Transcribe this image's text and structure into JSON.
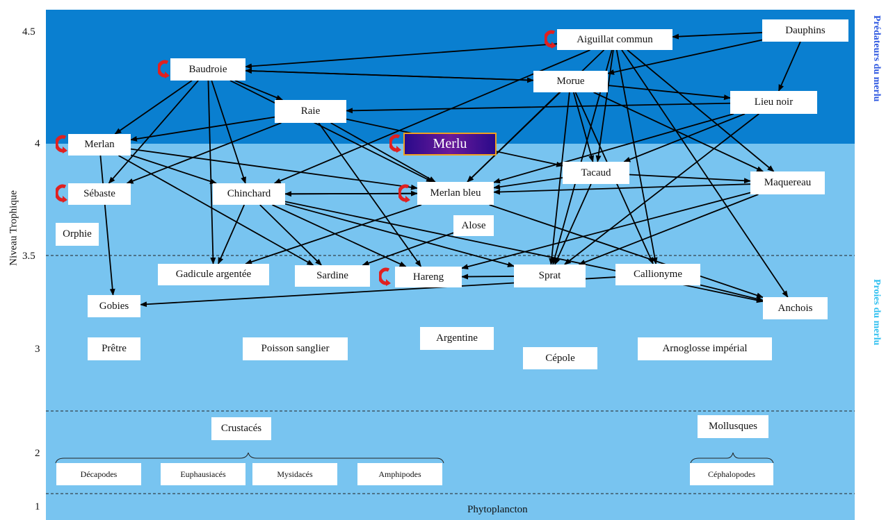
{
  "colors": {
    "predator_band": "#0a7fd0",
    "prey_band": "#78c4f0",
    "top_label": "#2a55e0",
    "bottom_label": "#30c0f0",
    "cannibal_mark": "#e02020",
    "merlu_fill": "#4a1090"
  },
  "axis": {
    "label": "Niveau Trophique",
    "ticks": [
      "4.5",
      "4",
      "3.5",
      "3",
      "2",
      "1"
    ]
  },
  "side_labels": {
    "top": "Prédateurs du merlu",
    "bottom": "Proies du merlu"
  },
  "nodes": {
    "dauphins": "Dauphins",
    "aiguillat": "Aiguillat commun",
    "baudroie": "Baudroie",
    "morue": "Morue",
    "lieu_noir": "Lieu noir",
    "raie": "Raie",
    "merlan": "Merlan",
    "merlu": "Merlu",
    "tacaud": "Tacaud",
    "maquereau": "Maquereau",
    "sebaste": "Sébaste",
    "chinchard": "Chinchard",
    "merlan_bleu": "Merlan bleu",
    "alose": "Alose",
    "orphie": "Orphie",
    "gadicule": "Gadicule argentée",
    "sardine": "Sardine",
    "hareng": "Hareng",
    "sprat": "Sprat",
    "callionyme": "Callionyme",
    "gobies": "Gobies",
    "anchois": "Anchois",
    "pretre": "Prêtre",
    "poisson_sanglier": "Poisson sanglier",
    "argentine": "Argentine",
    "cepole": "Cépole",
    "arnoglosse": "Arnoglosse impérial",
    "crustaces": "Crustacés",
    "mollusques": "Mollusques",
    "decapodes": "Décapodes",
    "euphausiaces": "Euphausiacés",
    "mysidaces": "Mysidacés",
    "amphipodes": "Amphipodes",
    "cephalopodes": "Céphalopodes",
    "phytoplancton": "Phytoplancton"
  },
  "cannibals": [
    "Aiguillat commun",
    "Baudroie",
    "Merlan",
    "Merlu",
    "Sébaste",
    "Merlan bleu",
    "Hareng"
  ],
  "links": [
    [
      "dauphins",
      "aiguillat"
    ],
    [
      "dauphins",
      "morue"
    ],
    [
      "dauphins",
      "lieu_noir"
    ],
    [
      "aiguillat",
      "baudroie"
    ],
    [
      "aiguillat",
      "chinchard"
    ],
    [
      "aiguillat",
      "tacaud"
    ],
    [
      "aiguillat",
      "merlan_bleu"
    ],
    [
      "aiguillat",
      "sprat"
    ],
    [
      "aiguillat",
      "anchois"
    ],
    [
      "aiguillat",
      "callionyme"
    ],
    [
      "aiguillat",
      "maquereau"
    ],
    [
      "baudroie",
      "merlan"
    ],
    [
      "baudroie",
      "sebaste"
    ],
    [
      "baudroie",
      "gadicule"
    ],
    [
      "baudroie",
      "raie"
    ],
    [
      "baudroie",
      "morue"
    ],
    [
      "baudroie",
      "chinchard"
    ],
    [
      "baudroie",
      "merlan_bleu"
    ],
    [
      "morue",
      "baudroie"
    ],
    [
      "morue",
      "lieu_noir"
    ],
    [
      "morue",
      "merlan_bleu"
    ],
    [
      "morue",
      "tacaud"
    ],
    [
      "morue",
      "sprat"
    ],
    [
      "morue",
      "maquereau"
    ],
    [
      "morue",
      "callionyme"
    ],
    [
      "lieu_noir",
      "merlan_bleu"
    ],
    [
      "lieu_noir",
      "tacaud"
    ],
    [
      "lieu_noir",
      "sprat"
    ],
    [
      "lieu_noir",
      "raie"
    ],
    [
      "raie",
      "merlan"
    ],
    [
      "raie",
      "sebaste"
    ],
    [
      "raie",
      "hareng"
    ],
    [
      "raie",
      "merlan_bleu"
    ],
    [
      "raie",
      "tacaud"
    ],
    [
      "merlan",
      "chinchard"
    ],
    [
      "merlan",
      "merlan_bleu"
    ],
    [
      "merlan",
      "gobies"
    ],
    [
      "merlan",
      "sardine"
    ],
    [
      "tacaud",
      "maquereau"
    ],
    [
      "tacaud",
      "merlan_bleu"
    ],
    [
      "tacaud",
      "sprat"
    ],
    [
      "chinchard",
      "gadicule"
    ],
    [
      "chinchard",
      "sardine"
    ],
    [
      "chinchard",
      "hareng"
    ],
    [
      "chinchard",
      "sprat"
    ],
    [
      "chinchard",
      "anchois"
    ],
    [
      "chinchard",
      "merlan_bleu"
    ],
    [
      "merlan_bleu",
      "chinchard"
    ],
    [
      "merlan_bleu",
      "gadicule"
    ],
    [
      "merlan_bleu",
      "anchois"
    ],
    [
      "maquereau",
      "merlan_bleu"
    ],
    [
      "maquereau",
      "hareng"
    ],
    [
      "maquereau",
      "sprat"
    ],
    [
      "alose",
      "sardine"
    ],
    [
      "sprat",
      "hareng"
    ],
    [
      "callionyme",
      "gobies"
    ],
    [
      "callionyme",
      "anchois"
    ]
  ]
}
